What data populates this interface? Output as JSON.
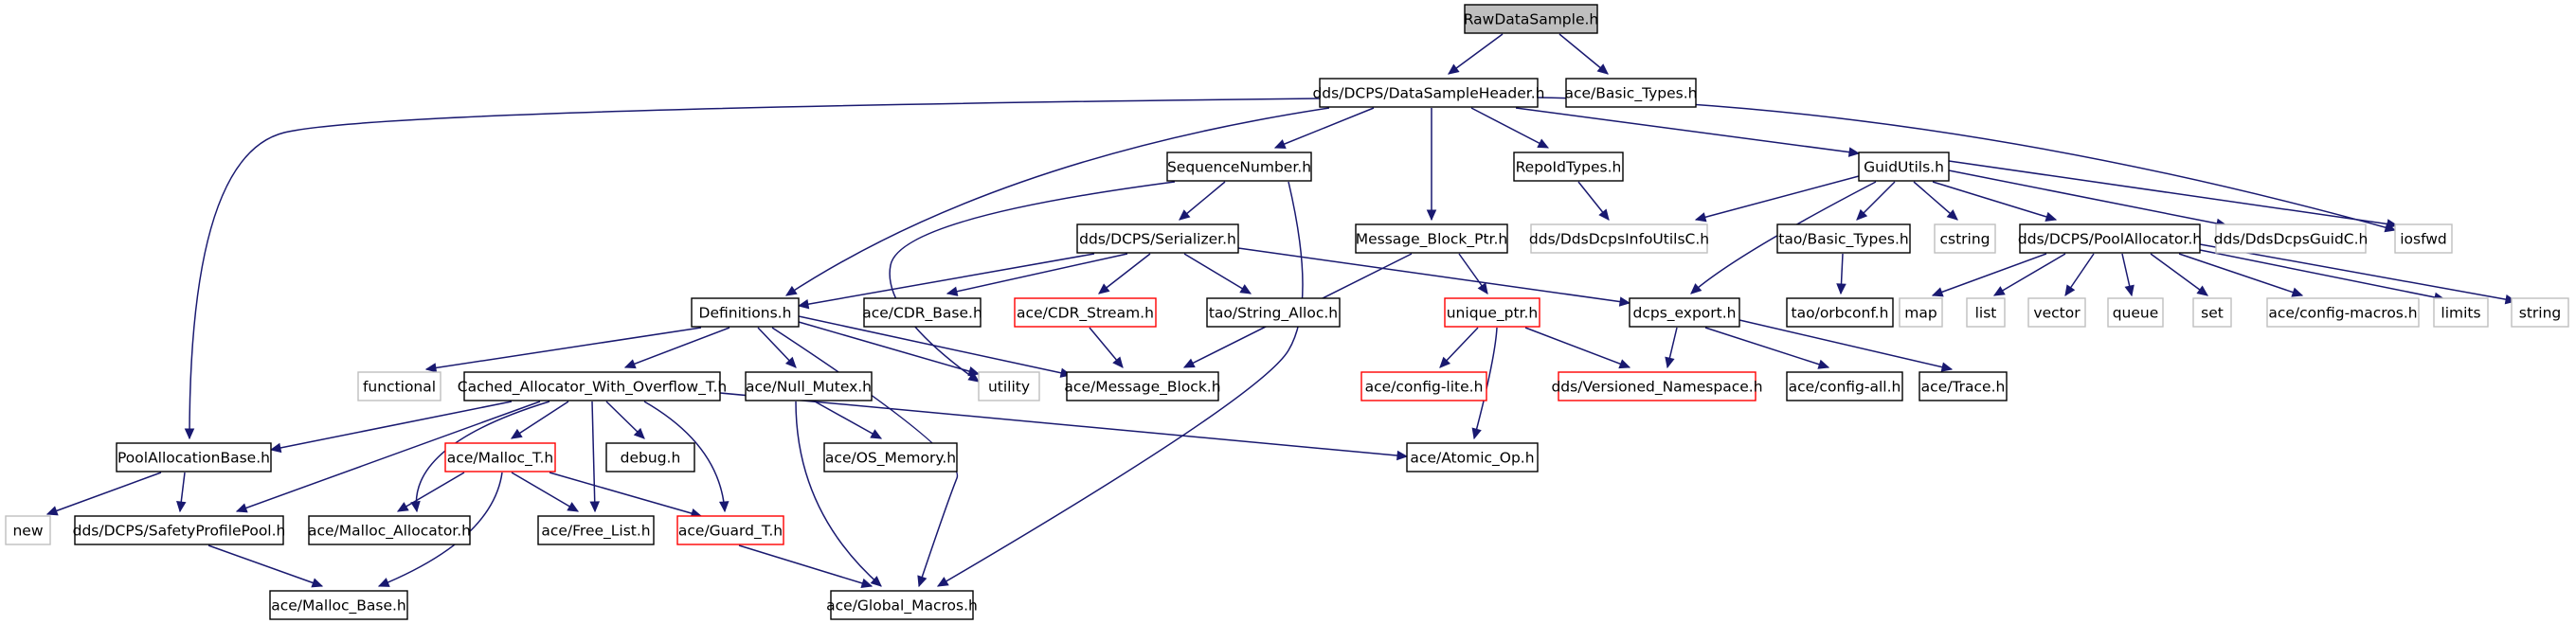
{
  "nodes": [
    {
      "id": "rawdatasample",
      "label": "RawDataSample.h",
      "style": "root"
    },
    {
      "id": "datasampleheader",
      "label": "dds/DCPS/DataSampleHeader.h",
      "style": "black"
    },
    {
      "id": "basic_types",
      "label": "ace/Basic_Types.h",
      "style": "black"
    },
    {
      "id": "sequencenumber",
      "label": "SequenceNumber.h",
      "style": "black"
    },
    {
      "id": "message_block_ptr",
      "label": "Message_Block_Ptr.h",
      "style": "black"
    },
    {
      "id": "repoidtypes",
      "label": "RepoIdTypes.h",
      "style": "black"
    },
    {
      "id": "guidutils",
      "label": "GuidUtils.h",
      "style": "black"
    },
    {
      "id": "serializer",
      "label": "dds/DCPS/Serializer.h",
      "style": "black"
    },
    {
      "id": "ddsdcpsinfoutilsc",
      "label": "dds/DdsDcpsInfoUtilsC.h",
      "style": "gray"
    },
    {
      "id": "tao_basic_types",
      "label": "tao/Basic_Types.h",
      "style": "black"
    },
    {
      "id": "cstring",
      "label": "cstring",
      "style": "gray"
    },
    {
      "id": "poolallocator",
      "label": "dds/DCPS/PoolAllocator.h",
      "style": "black"
    },
    {
      "id": "ddsdcpsguidc",
      "label": "dds/DdsDcpsGuidC.h",
      "style": "gray"
    },
    {
      "id": "iosfwd",
      "label": "iosfwd",
      "style": "gray"
    },
    {
      "id": "definitions",
      "label": "Definitions.h",
      "style": "black"
    },
    {
      "id": "cdr_base",
      "label": "ace/CDR_Base.h",
      "style": "black"
    },
    {
      "id": "cdr_stream",
      "label": "ace/CDR_Stream.h",
      "style": "red"
    },
    {
      "id": "string_alloc",
      "label": "tao/String_Alloc.h",
      "style": "black"
    },
    {
      "id": "unique_ptr",
      "label": "unique_ptr.h",
      "style": "red"
    },
    {
      "id": "dcps_export",
      "label": "dcps_export.h",
      "style": "black"
    },
    {
      "id": "orbconf",
      "label": "tao/orbconf.h",
      "style": "black"
    },
    {
      "id": "map",
      "label": "map",
      "style": "gray"
    },
    {
      "id": "list",
      "label": "list",
      "style": "gray"
    },
    {
      "id": "vector",
      "label": "vector",
      "style": "gray"
    },
    {
      "id": "queue",
      "label": "queue",
      "style": "gray"
    },
    {
      "id": "set",
      "label": "set",
      "style": "gray"
    },
    {
      "id": "config_macros",
      "label": "ace/config-macros.h",
      "style": "gray"
    },
    {
      "id": "limits",
      "label": "limits",
      "style": "gray"
    },
    {
      "id": "string",
      "label": "string",
      "style": "gray"
    },
    {
      "id": "functional",
      "label": "functional",
      "style": "gray"
    },
    {
      "id": "cached_allocator",
      "label": "Cached_Allocator_With_Overflow_T.h",
      "style": "black"
    },
    {
      "id": "null_mutex",
      "label": "ace/Null_Mutex.h",
      "style": "black"
    },
    {
      "id": "utility",
      "label": "utility",
      "style": "gray"
    },
    {
      "id": "message_block",
      "label": "ace/Message_Block.h",
      "style": "black"
    },
    {
      "id": "config_lite",
      "label": "ace/config-lite.h",
      "style": "red"
    },
    {
      "id": "versioned_namespace",
      "label": "dds/Versioned_Namespace.h",
      "style": "red"
    },
    {
      "id": "config_all",
      "label": "ace/config-all.h",
      "style": "black"
    },
    {
      "id": "trace",
      "label": "ace/Trace.h",
      "style": "black"
    },
    {
      "id": "poolallocationbase",
      "label": "PoolAllocationBase.h",
      "style": "black"
    },
    {
      "id": "malloc_t",
      "label": "ace/Malloc_T.h",
      "style": "red"
    },
    {
      "id": "debug",
      "label": "debug.h",
      "style": "black"
    },
    {
      "id": "os_memory",
      "label": "ace/OS_Memory.h",
      "style": "black"
    },
    {
      "id": "atomic_op",
      "label": "ace/Atomic_Op.h",
      "style": "black"
    },
    {
      "id": "new",
      "label": "new",
      "style": "gray"
    },
    {
      "id": "safetyprofilepool",
      "label": "dds/DCPS/SafetyProfilePool.h",
      "style": "black"
    },
    {
      "id": "malloc_allocator",
      "label": "ace/Malloc_Allocator.h",
      "style": "black"
    },
    {
      "id": "free_list",
      "label": "ace/Free_List.h",
      "style": "black"
    },
    {
      "id": "guard_t",
      "label": "ace/Guard_T.h",
      "style": "red"
    },
    {
      "id": "malloc_base",
      "label": "ace/Malloc_Base.h",
      "style": "black"
    },
    {
      "id": "global_macros",
      "label": "ace/Global_Macros.h",
      "style": "black"
    }
  ]
}
